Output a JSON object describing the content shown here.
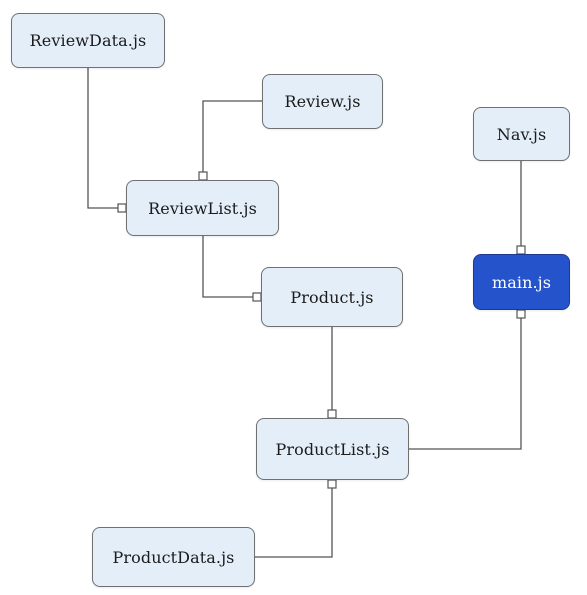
{
  "nodes": {
    "review_data": "ReviewData.js",
    "review": "Review.js",
    "review_list": "ReviewList.js",
    "product": "Product.js",
    "product_list": "ProductList.js",
    "product_data": "ProductData.js",
    "nav": "Nav.js",
    "main": "main.js"
  },
  "edges": [
    {
      "from": "review_data",
      "to": "review_list"
    },
    {
      "from": "review",
      "to": "review_list"
    },
    {
      "from": "review_list",
      "to": "product"
    },
    {
      "from": "product",
      "to": "product_list"
    },
    {
      "from": "product_data",
      "to": "product_list"
    },
    {
      "from": "nav",
      "to": "main"
    },
    {
      "from": "product_list",
      "to": "main"
    }
  ],
  "colors": {
    "node_fill": "#e3eef8",
    "node_border": "#707070",
    "active_fill": "#2553cc",
    "edge": "#555555"
  }
}
